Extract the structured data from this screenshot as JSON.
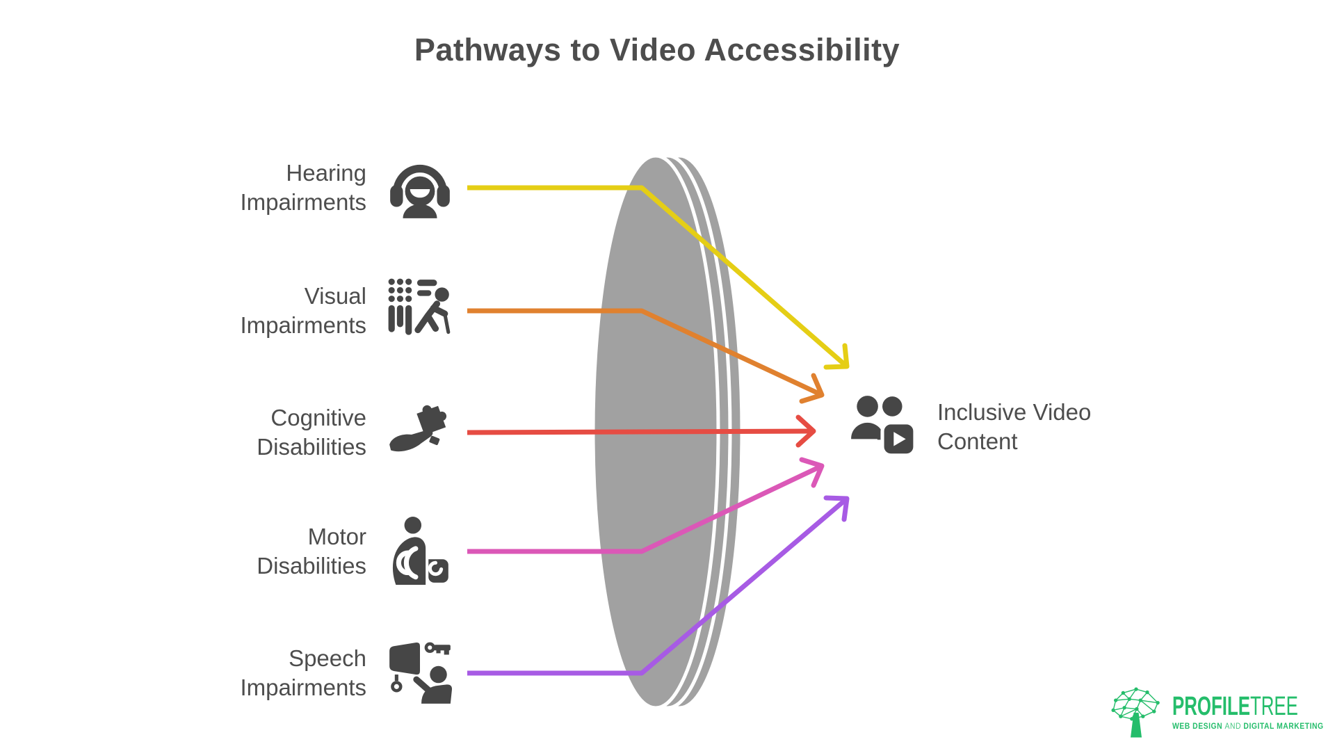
{
  "title": "Pathways to Video Accessibility",
  "colors": {
    "background": "#ffffff",
    "text": "#4d4d4d",
    "icon": "#464646",
    "lens": "#a1a1a1",
    "lens_line": "#ffffff",
    "logo_green": "#25bd6b"
  },
  "pathways": [
    {
      "label_line1": "Hearing",
      "label_line2": "Impairments",
      "icon": "hearing-impairments-icon",
      "arrow_color": "#e5ce15"
    },
    {
      "label_line1": "Visual",
      "label_line2": "Impairments",
      "icon": "visual-impairments-icon",
      "arrow_color": "#e0812f"
    },
    {
      "label_line1": "Cognitive",
      "label_line2": "Disabilities",
      "icon": "cognitive-disabilities-icon",
      "arrow_color": "#e64c43"
    },
    {
      "label_line1": "Motor",
      "label_line2": "Disabilities",
      "icon": "motor-disabilities-icon",
      "arrow_color": "#db58b7"
    },
    {
      "label_line1": "Speech",
      "label_line2": "Impairments",
      "icon": "speech-impairments-icon",
      "arrow_color": "#a75be4"
    }
  ],
  "target": {
    "label_line1": "Inclusive Video",
    "label_line2": "Content",
    "icon": "inclusive-video-content-icon"
  },
  "logo": {
    "brand_primary": "PROFILE",
    "brand_secondary": "TREE",
    "tagline_part1": "WEB DESIGN",
    "tagline_and": "AND",
    "tagline_part2": "DIGITAL MARKETING"
  }
}
